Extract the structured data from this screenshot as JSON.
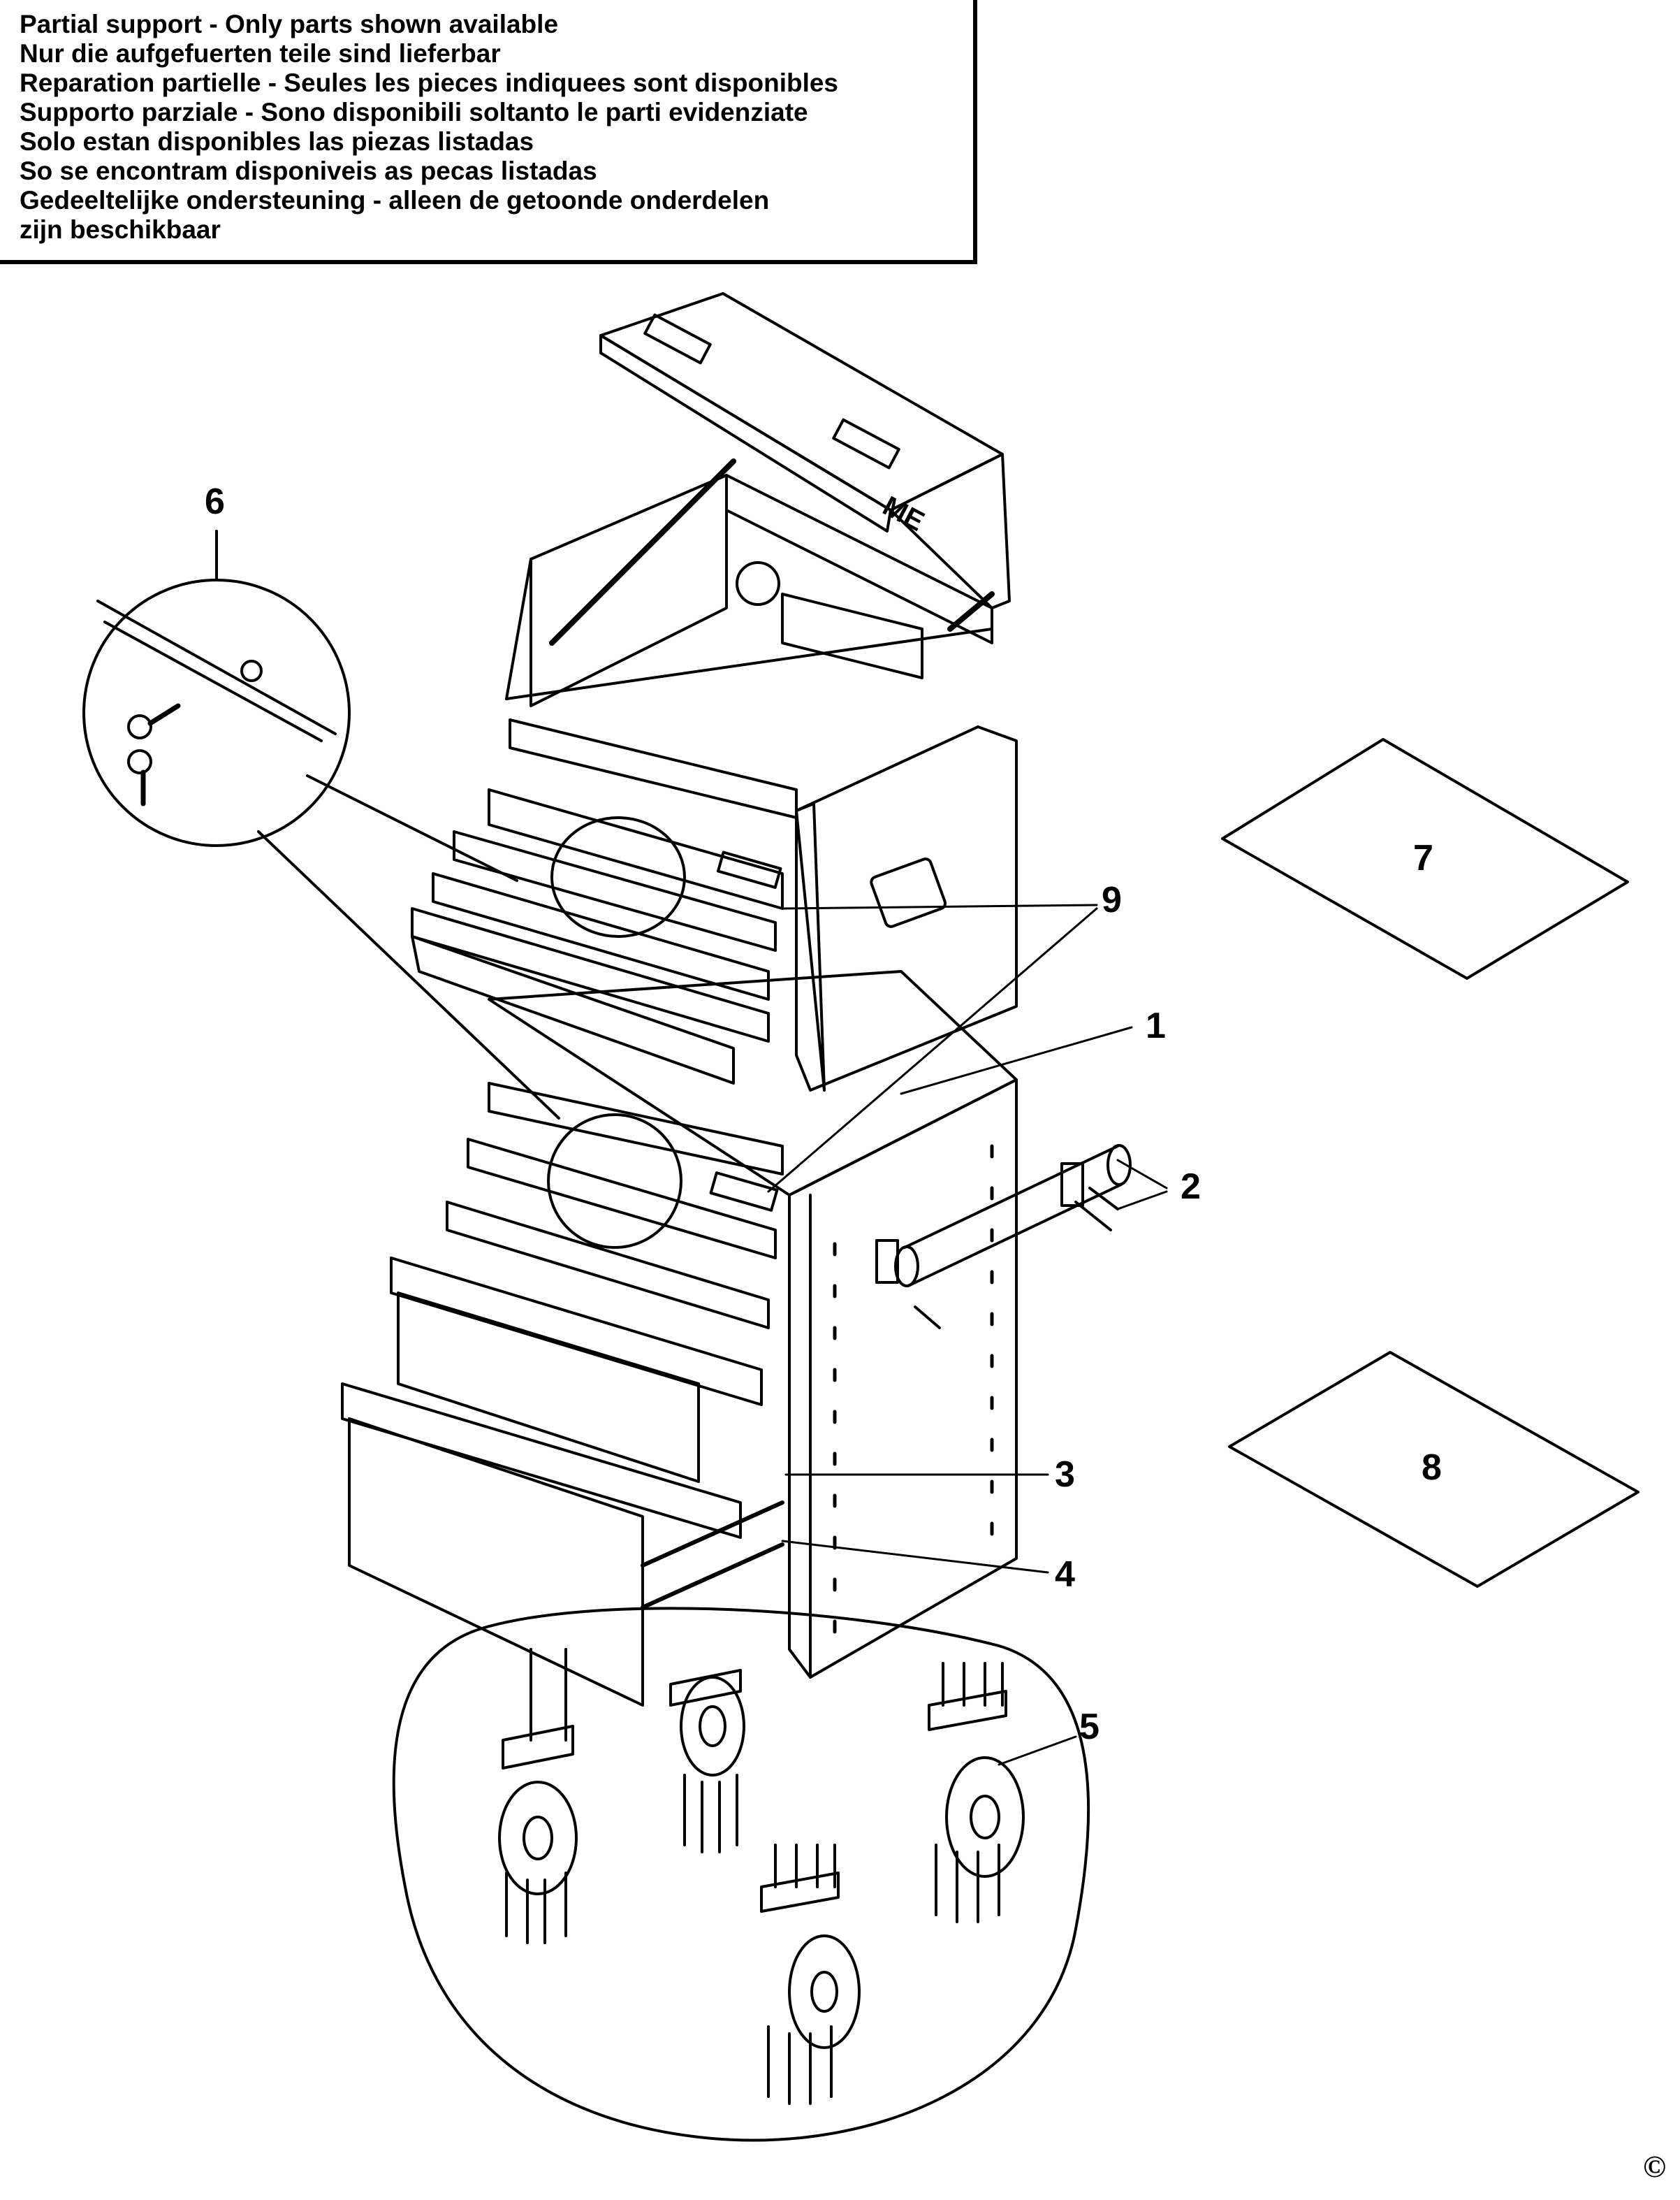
{
  "notice": {
    "lines": [
      "Partial support - Only parts shown available",
      "Nur die aufgefuerten teile sind lieferbar",
      "Reparation partielle - Seules les pieces indiquees sont disponibles",
      "Supporto parziale - Sono disponibili soltanto le parti evidenziate",
      "Solo estan disponibles las piezas listadas",
      "So se encontram disponiveis as pecas listadas",
      "Gedeeltelijke ondersteuning - alleen de getoonde onderdelen",
      "zijn beschikbaar"
    ]
  },
  "callouts": {
    "c1": "1",
    "c2": "2",
    "c3": "3",
    "c4": "4",
    "c5": "5",
    "c6": "6",
    "c7": "7",
    "c8": "8",
    "c9": "9"
  },
  "brand_mark": "ME",
  "copyright": "©"
}
